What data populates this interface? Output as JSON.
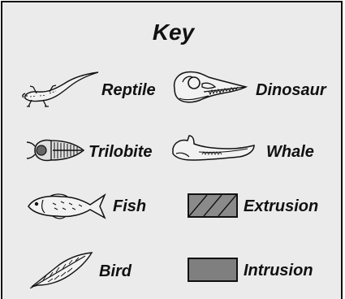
{
  "key": {
    "title": "Key",
    "items": {
      "reptile": "Reptile",
      "dinosaur": "Dinosaur",
      "trilobite": "Trilobite",
      "whale": "Whale",
      "fish": "Fish",
      "extrusion": "Extrusion",
      "bird": "Bird",
      "intrusion": "Intrusion"
    },
    "colors": {
      "background": "#ebebeb",
      "extrusion_fill": "#8a8a8a",
      "intrusion_fill": "#7f7f7f",
      "line": "#111111"
    }
  }
}
